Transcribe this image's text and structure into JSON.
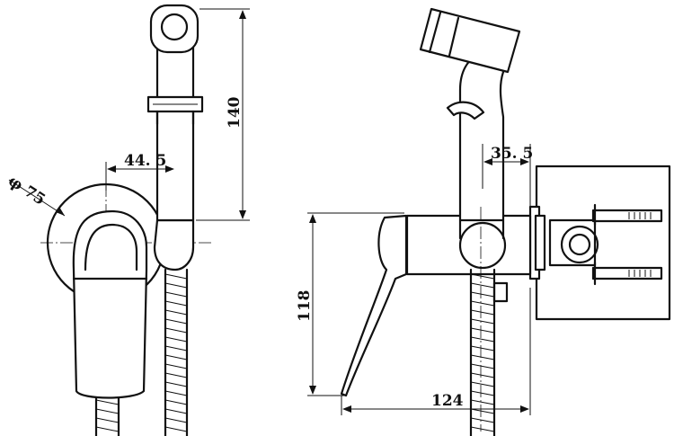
{
  "dimensions": {
    "diameter_label": "φ 75",
    "offset_left": "44. 5",
    "height_handset": "140",
    "offset_right": "35. 5",
    "height_body": "118",
    "width_body": "124"
  }
}
